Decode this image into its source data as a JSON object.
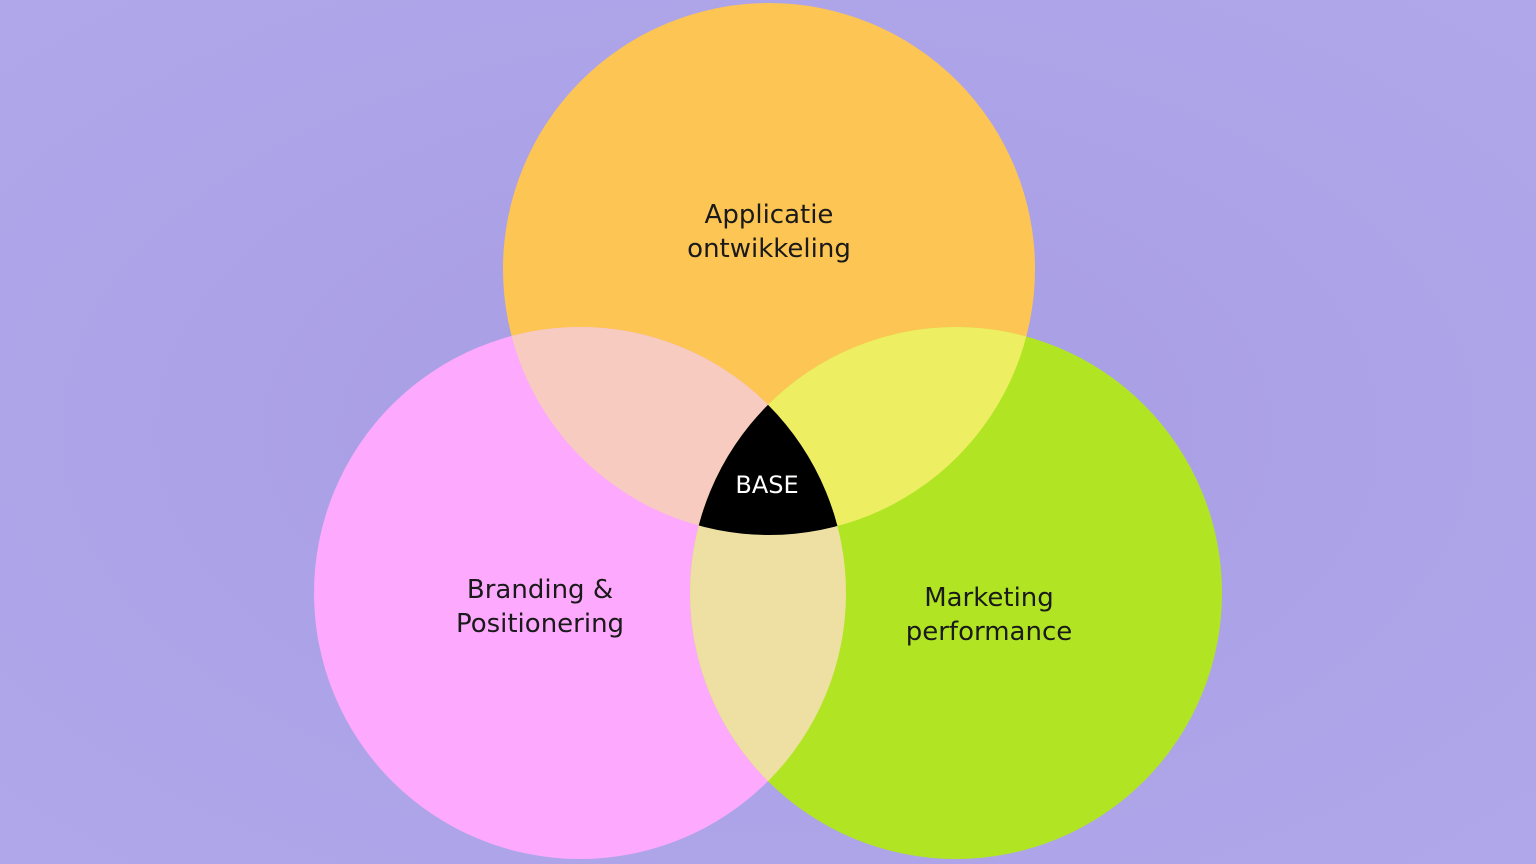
{
  "diagram": {
    "type": "venn",
    "circles": [
      {
        "id": "top",
        "line1": "Applicatie",
        "line2": "ontwikkeling",
        "color": "#fdc553"
      },
      {
        "id": "left",
        "line1": "Branding &",
        "line2": "Positionering",
        "color": "#fda9fd"
      },
      {
        "id": "right",
        "line1": "Marketing",
        "line2": "performance",
        "color": "#b1e524"
      }
    ],
    "overlaps": {
      "top_left": "#f7cbc0",
      "top_right": "#eeee62",
      "left_right": "#eedfa2"
    },
    "center": {
      "label": "BASE",
      "color": "#000000"
    }
  }
}
